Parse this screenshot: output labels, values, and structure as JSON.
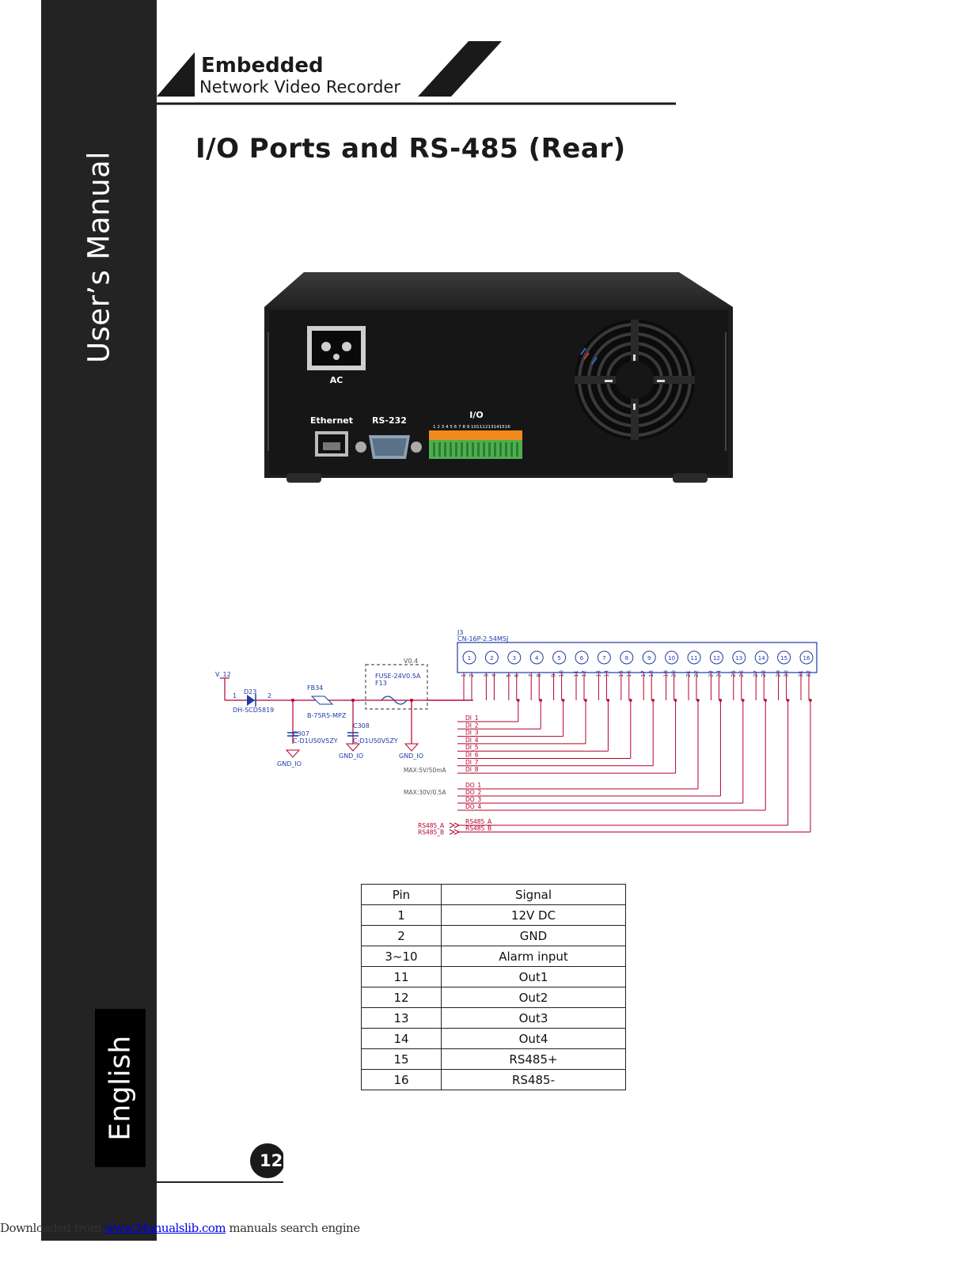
{
  "sidebar": {
    "title": "User’s Manual",
    "language": "English"
  },
  "header": {
    "line1": "Embedded",
    "line2": "Network Video Recorder"
  },
  "page": {
    "title": "I/O Ports and RS-485 (Rear)",
    "number": "12"
  },
  "device": {
    "ac_label": "AC",
    "ethernet_label": "Ethernet",
    "rs232_label": "RS-232",
    "io_label": "I/O",
    "io_pin_numbers": "1 2 3 4 5 6 7 8 9 10111213141516"
  },
  "schematic": {
    "connector_ref": "J3",
    "connector_part": "CN-16P-2.54MSJ",
    "pins": [
      "1",
      "2",
      "3",
      "4",
      "5",
      "6",
      "7",
      "8",
      "9",
      "10",
      "11",
      "12",
      "13",
      "14",
      "15",
      "16"
    ],
    "sub_pins": [
      "1",
      "2",
      "3",
      "4",
      "5",
      "6",
      "7",
      "8",
      "9",
      "10",
      "11",
      "12",
      "13",
      "14",
      "15",
      "16",
      "17",
      "18",
      "19",
      "20",
      "21",
      "22",
      "23",
      "24",
      "25",
      "26",
      "27",
      "28",
      "29",
      "30",
      "31",
      "32"
    ],
    "v12": "V_12",
    "d23": "D23",
    "d23_part": "DH-SCD5819",
    "fb34": "FB34",
    "fb34_part": "B-75R5-MPZ",
    "c307": "C307",
    "c307_part": "C-D1U50V5ZY",
    "c308": "C308",
    "c308_part": "C-D1U50V5ZY",
    "fuse_ver": "V0.4",
    "fuse_part": "FUSE-24V0.5A",
    "fuse_ref": "F13",
    "gnd": "GND_IO",
    "n1": "1",
    "n2": "2",
    "di_labels": [
      "DI_1",
      "DI_2",
      "DI_3",
      "DI_4",
      "DI_5",
      "DI_6",
      "DI_7",
      "DI_8"
    ],
    "di_max": "MAX:5V/50mA",
    "do_labels": [
      "DO_1",
      "DO_2",
      "DO_3",
      "DO_4"
    ],
    "do_max": "MAX:30V/0.5A",
    "rs_ports": [
      "RS485_A",
      "RS485_B"
    ]
  },
  "pin_table": {
    "headers": [
      "Pin",
      "Signal"
    ],
    "rows": [
      [
        "1",
        "12V DC"
      ],
      [
        "2",
        "GND"
      ],
      [
        "3~10",
        "Alarm input"
      ],
      [
        "11",
        "Out1"
      ],
      [
        "12",
        "Out2"
      ],
      [
        "13",
        "Out3"
      ],
      [
        "14",
        "Out4"
      ],
      [
        "15",
        "RS485+"
      ],
      [
        "16",
        "RS485-"
      ]
    ]
  },
  "footer": {
    "prefix": "Downloaded from",
    "link": "www.Manualslib.com",
    "suffix": " manuals search engine"
  },
  "colors": {
    "sidebar": "#232323",
    "schematic": "#b5002e",
    "terminal_green": "#4caf50",
    "terminal_orange": "#f08a1c"
  }
}
